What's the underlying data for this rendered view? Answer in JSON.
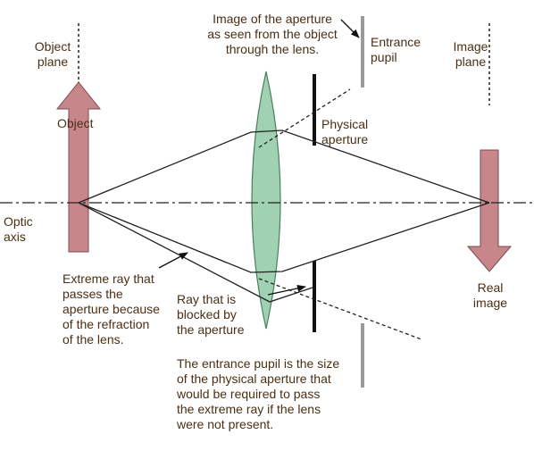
{
  "labels": {
    "object_plane": "Object\nplane",
    "object": "Object",
    "optic_axis": "Optic\naxis",
    "aperture_image_note": "Image of the aperture\nas seen from the object\nthrough the lens.",
    "entrance_pupil": "Entrance\npupil",
    "image_plane": "Image\nplane",
    "physical_aperture": "Physical\naperture",
    "real_image": "Real\nimage",
    "extreme_ray": "Extreme ray that\npasses the\naperture because\nof the refraction\nof the lens.",
    "blocked_ray": "Ray that is\nblocked by\nthe aperture",
    "entrance_pupil_note": "The entrance pupil is the size\nof the physical aperture that\nwould be required to pass\nthe extreme ray if the lens\nwere not present."
  },
  "colors": {
    "text": "#4a2f14",
    "arrow_fill": "#c7868a",
    "arrow_stroke": "#7a4a4d",
    "lens_fill": "#9fd1b2",
    "lens_stroke": "#4a7f5c",
    "pupil": "#9a9a9a",
    "aperture": "#111111",
    "line": "#222222"
  },
  "icons": {
    "object_arrow": "up-arrow",
    "image_arrow": "down-arrow",
    "lens": "biconvex-lens"
  }
}
